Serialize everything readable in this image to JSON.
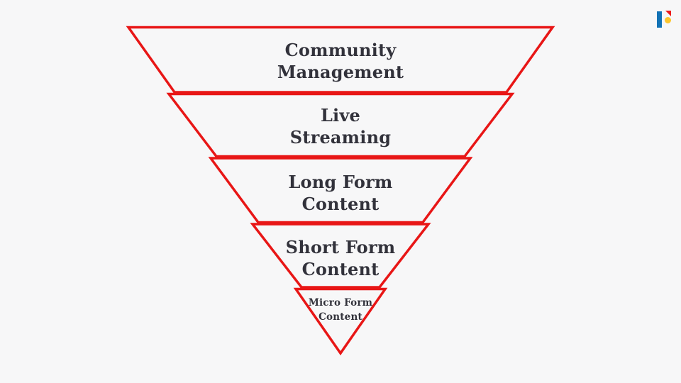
{
  "funnel": {
    "type": "inverted-pyramid",
    "levels": [
      {
        "label": "Community Management",
        "lines": [
          "Community",
          "Management"
        ]
      },
      {
        "label": "Live Streaming",
        "lines": [
          "Live",
          "Streaming"
        ]
      },
      {
        "label": "Long Form Content",
        "lines": [
          "Long Form",
          "Content"
        ]
      },
      {
        "label": "Short Form Content",
        "lines": [
          "Short Form",
          "Content"
        ]
      },
      {
        "label": "Micro Form Content",
        "lines": [
          "Micro Form",
          "Content"
        ]
      }
    ]
  },
  "branding": {
    "logo": "piktochart-logo-mark"
  },
  "colors": {
    "background": "#f7f7f8",
    "funnel_stroke": "#e81616",
    "label_text": "#32323b",
    "logo_blue": "#1272b5",
    "logo_red": "#ed1c1c",
    "logo_yellow": "#fdc62c"
  }
}
